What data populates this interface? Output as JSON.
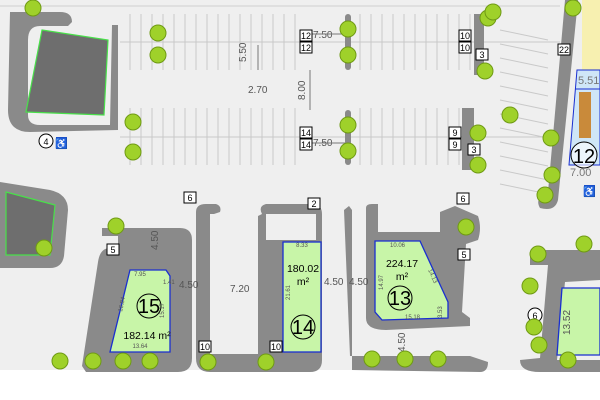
{
  "plan": {
    "lots": [
      {
        "number": "15",
        "area": "182.14 m²",
        "dims": [
          "7.95",
          "1.41",
          "16.84",
          "15.17",
          "13.64"
        ]
      },
      {
        "number": "14",
        "area_value": "180.02",
        "area_unit": "m²",
        "dims": [
          "8.33",
          "21.61"
        ]
      },
      {
        "number": "13",
        "area_value": "224.17",
        "area_unit": "m²",
        "dims": [
          "10.06",
          "14.97",
          "14.13",
          "3.53",
          "15.18"
        ]
      },
      {
        "number": "12",
        "dims": [
          "5.51",
          "7.00"
        ]
      },
      {
        "dims": [
          "13.52"
        ]
      }
    ],
    "aisle_dims": {
      "a1": "4.50",
      "a2": "4.50",
      "a3": "4.50",
      "a4": "4.50",
      "a5": "4.50",
      "aisle_width": "7.20",
      "top_left": "7.50",
      "bottom_left": "7.50",
      "stall_depth": "5.50",
      "stall_width": "2.70",
      "center_aisle": "8.00"
    },
    "stall_counts": {
      "c12a": "12",
      "c12b": "12",
      "c14a": "14",
      "c14b": "14",
      "c10a": "10",
      "c10b": "10",
      "c3a": "3",
      "c9a": "9",
      "c9b": "9",
      "c3b": "3",
      "c22": "22",
      "c6a": "6",
      "c2": "2",
      "c6b": "6",
      "c5a": "5",
      "c5b": "5",
      "c10c": "10",
      "c10d": "10"
    },
    "markers": {
      "m4": "4",
      "m6": "6"
    },
    "colors": {
      "lot_fill": "#c8f5a8",
      "lot_outline": "#1a2fd0",
      "curb": "#8a8a8a",
      "tree": "#9fd12a",
      "building": "#f7f0b0"
    }
  }
}
